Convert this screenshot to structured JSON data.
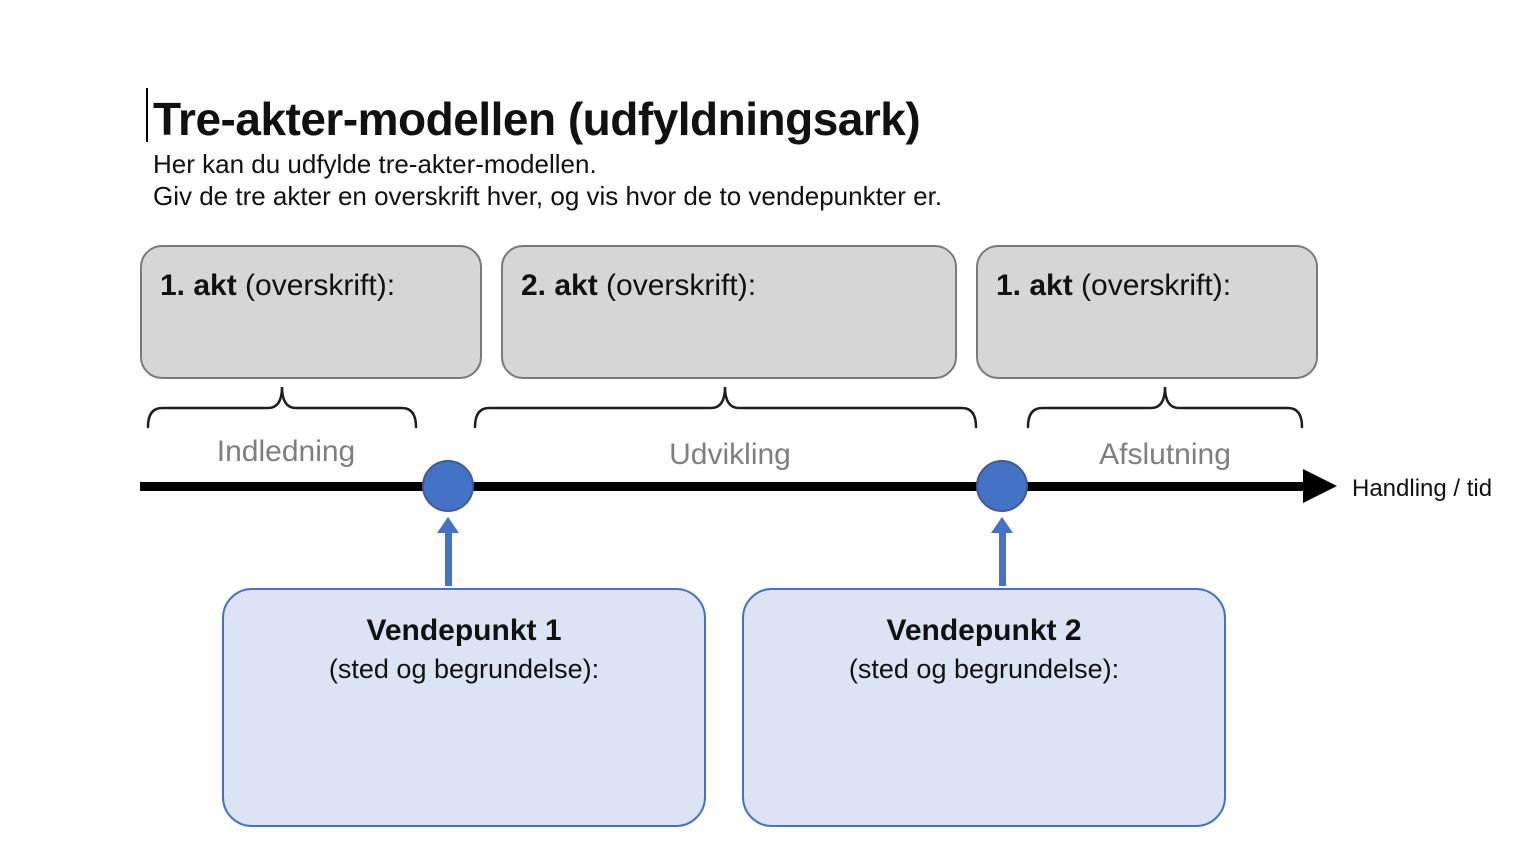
{
  "header": {
    "title": "Tre-akter-modellen (udfyldningsark)",
    "subtitle_line1": "Her kan du udfylde tre-akter-modellen.",
    "subtitle_line2": "Giv de tre akter en overskrift hver, og vis hvor de to vendepunkter er."
  },
  "acts": [
    {
      "label_bold": "1. akt",
      "label_rest": " (overskrift):",
      "phase": "Indledning"
    },
    {
      "label_bold": "2. akt",
      "label_rest": " (overskrift):",
      "phase": "Udvikling"
    },
    {
      "label_bold": "1. akt",
      "label_rest": " (overskrift):",
      "phase": "Afslutning"
    }
  ],
  "timeline": {
    "axis_label": "Handling / tid"
  },
  "turning_points": [
    {
      "title": "Vendepunkt 1",
      "subtitle": "(sted og begrundelse):"
    },
    {
      "title": "Vendepunkt 2",
      "subtitle": "(sted og begrundelse):"
    }
  ],
  "colors": {
    "accent_blue": "#4472c4",
    "light_blue_fill": "#dbe3f4",
    "gray_fill": "#d6d6d6",
    "gray_border": "#7a7a7a",
    "phase_label_gray": "#7f7f7f",
    "text_black": "#111111"
  }
}
